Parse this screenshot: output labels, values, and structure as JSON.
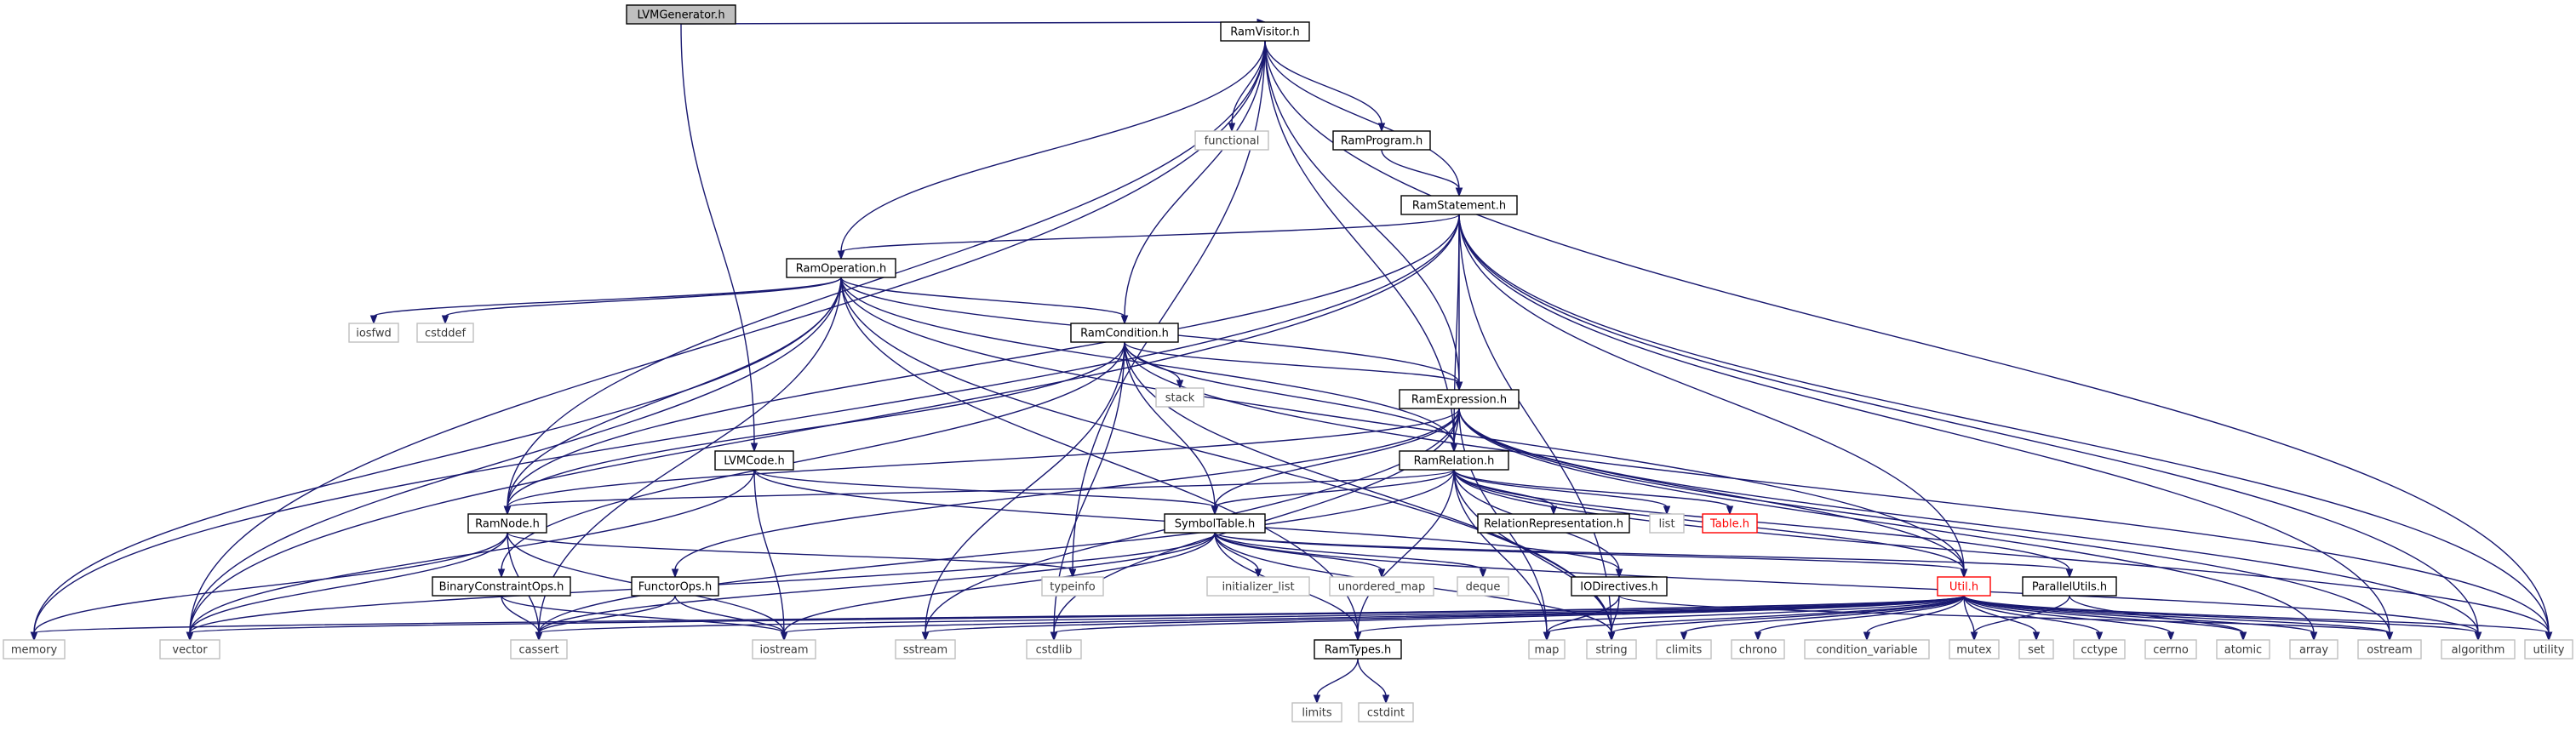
{
  "graph": {
    "nodes": [
      {
        "id": "LVMGenerator",
        "label": "LVMGenerator.h",
        "kind": "root"
      },
      {
        "id": "RamVisitor",
        "label": "RamVisitor.h",
        "kind": "local"
      },
      {
        "id": "functional",
        "label": "functional",
        "kind": "system"
      },
      {
        "id": "RamProgram",
        "label": "RamProgram.h",
        "kind": "local"
      },
      {
        "id": "RamStatement",
        "label": "RamStatement.h",
        "kind": "local"
      },
      {
        "id": "RamOperation",
        "label": "RamOperation.h",
        "kind": "local"
      },
      {
        "id": "iosfwd",
        "label": "iosfwd",
        "kind": "system"
      },
      {
        "id": "cstddef",
        "label": "cstddef",
        "kind": "system"
      },
      {
        "id": "RamCondition",
        "label": "RamCondition.h",
        "kind": "local"
      },
      {
        "id": "stack",
        "label": "stack",
        "kind": "system"
      },
      {
        "id": "RamExpression",
        "label": "RamExpression.h",
        "kind": "local"
      },
      {
        "id": "LVMCode",
        "label": "LVMCode.h",
        "kind": "local"
      },
      {
        "id": "RamRelation",
        "label": "RamRelation.h",
        "kind": "local"
      },
      {
        "id": "RamNode",
        "label": "RamNode.h",
        "kind": "local"
      },
      {
        "id": "SymbolTable",
        "label": "SymbolTable.h",
        "kind": "local"
      },
      {
        "id": "RelationRepresentation",
        "label": "RelationRepresentation.h",
        "kind": "local"
      },
      {
        "id": "list",
        "label": "list",
        "kind": "system"
      },
      {
        "id": "Table",
        "label": "Table.h",
        "kind": "linked"
      },
      {
        "id": "typeinfo",
        "label": "typeinfo",
        "kind": "system"
      },
      {
        "id": "BinaryConstraintOps",
        "label": "BinaryConstraintOps.h",
        "kind": "local"
      },
      {
        "id": "FunctorOps",
        "label": "FunctorOps.h",
        "kind": "local"
      },
      {
        "id": "initializer_list",
        "label": "initializer_list",
        "kind": "system"
      },
      {
        "id": "unordered_map",
        "label": "unordered_map",
        "kind": "system"
      },
      {
        "id": "deque",
        "label": "deque",
        "kind": "system"
      },
      {
        "id": "IODirectives",
        "label": "IODirectives.h",
        "kind": "local"
      },
      {
        "id": "Util",
        "label": "Util.h",
        "kind": "linked"
      },
      {
        "id": "ParallelUtils",
        "label": "ParallelUtils.h",
        "kind": "local"
      },
      {
        "id": "memory",
        "label": "memory",
        "kind": "system"
      },
      {
        "id": "vector",
        "label": "vector",
        "kind": "system"
      },
      {
        "id": "cassert",
        "label": "cassert",
        "kind": "system"
      },
      {
        "id": "iostream",
        "label": "iostream",
        "kind": "system"
      },
      {
        "id": "sstream",
        "label": "sstream",
        "kind": "system"
      },
      {
        "id": "cstdlib",
        "label": "cstdlib",
        "kind": "system"
      },
      {
        "id": "RamTypes",
        "label": "RamTypes.h",
        "kind": "local"
      },
      {
        "id": "map",
        "label": "map",
        "kind": "system"
      },
      {
        "id": "string",
        "label": "string",
        "kind": "system"
      },
      {
        "id": "climits",
        "label": "climits",
        "kind": "system"
      },
      {
        "id": "chrono",
        "label": "chrono",
        "kind": "system"
      },
      {
        "id": "condition_variable",
        "label": "condition_variable",
        "kind": "system"
      },
      {
        "id": "mutex",
        "label": "mutex",
        "kind": "system"
      },
      {
        "id": "set",
        "label": "set",
        "kind": "system"
      },
      {
        "id": "cctype",
        "label": "cctype",
        "kind": "system"
      },
      {
        "id": "cerrno",
        "label": "cerrno",
        "kind": "system"
      },
      {
        "id": "atomic",
        "label": "atomic",
        "kind": "system"
      },
      {
        "id": "array",
        "label": "array",
        "kind": "system"
      },
      {
        "id": "ostream",
        "label": "ostream",
        "kind": "system"
      },
      {
        "id": "algorithm",
        "label": "algorithm",
        "kind": "system"
      },
      {
        "id": "utility",
        "label": "utility",
        "kind": "system"
      },
      {
        "id": "limits",
        "label": "limits",
        "kind": "system"
      },
      {
        "id": "cstdint",
        "label": "cstdint",
        "kind": "system"
      }
    ],
    "edges": [
      [
        "LVMGenerator",
        "RamVisitor"
      ],
      [
        "LVMGenerator",
        "LVMCode"
      ],
      [
        "RamVisitor",
        "functional"
      ],
      [
        "RamVisitor",
        "RamProgram"
      ],
      [
        "RamVisitor",
        "RamStatement"
      ],
      [
        "RamVisitor",
        "RamOperation"
      ],
      [
        "RamVisitor",
        "RamCondition"
      ],
      [
        "RamVisitor",
        "RamExpression"
      ],
      [
        "RamVisitor",
        "RamRelation"
      ],
      [
        "RamVisitor",
        "RamNode"
      ],
      [
        "RamVisitor",
        "vector"
      ],
      [
        "RamVisitor",
        "typeinfo"
      ],
      [
        "RamVisitor",
        "utility"
      ],
      [
        "RamProgram",
        "RamStatement"
      ],
      [
        "RamStatement",
        "RamOperation"
      ],
      [
        "RamStatement",
        "RamExpression"
      ],
      [
        "RamStatement",
        "RamRelation"
      ],
      [
        "RamStatement",
        "RamNode"
      ],
      [
        "RamStatement",
        "Util"
      ],
      [
        "RamStatement",
        "memory"
      ],
      [
        "RamStatement",
        "vector"
      ],
      [
        "RamStatement",
        "string"
      ],
      [
        "RamStatement",
        "ostream"
      ],
      [
        "RamStatement",
        "algorithm"
      ],
      [
        "RamStatement",
        "utility"
      ],
      [
        "RamOperation",
        "iosfwd"
      ],
      [
        "RamOperation",
        "cstddef"
      ],
      [
        "RamOperation",
        "RamCondition"
      ],
      [
        "RamOperation",
        "RamExpression"
      ],
      [
        "RamOperation",
        "RamRelation"
      ],
      [
        "RamOperation",
        "RamNode"
      ],
      [
        "RamOperation",
        "RamTypes"
      ],
      [
        "RamOperation",
        "Util"
      ],
      [
        "RamOperation",
        "memory"
      ],
      [
        "RamOperation",
        "vector"
      ],
      [
        "RamOperation",
        "cassert"
      ],
      [
        "RamOperation",
        "string"
      ],
      [
        "RamCondition",
        "stack"
      ],
      [
        "RamCondition",
        "RamExpression"
      ],
      [
        "RamCondition",
        "RamRelation"
      ],
      [
        "RamCondition",
        "RamNode"
      ],
      [
        "RamCondition",
        "SymbolTable"
      ],
      [
        "RamCondition",
        "BinaryConstraintOps"
      ],
      [
        "RamCondition",
        "sstream"
      ],
      [
        "RamCondition",
        "cstdlib"
      ],
      [
        "RamCondition",
        "utility"
      ],
      [
        "RamCondition",
        "string"
      ],
      [
        "RamExpression",
        "RamRelation"
      ],
      [
        "RamExpression",
        "RamNode"
      ],
      [
        "RamExpression",
        "SymbolTable"
      ],
      [
        "RamExpression",
        "FunctorOps"
      ],
      [
        "RamExpression",
        "Util"
      ],
      [
        "RamExpression",
        "sstream"
      ],
      [
        "RamExpression",
        "cstdlib"
      ],
      [
        "RamExpression",
        "array"
      ],
      [
        "RamExpression",
        "algorithm"
      ],
      [
        "RamExpression",
        "map"
      ],
      [
        "RamExpression",
        "ostream"
      ],
      [
        "LVMCode",
        "SymbolTable"
      ],
      [
        "LVMCode",
        "IODirectives"
      ],
      [
        "LVMCode",
        "vector"
      ],
      [
        "LVMCode",
        "iostream"
      ],
      [
        "RamRelation",
        "RamNode"
      ],
      [
        "RamRelation",
        "SymbolTable"
      ],
      [
        "RamRelation",
        "RelationRepresentation"
      ],
      [
        "RamRelation",
        "list"
      ],
      [
        "RamRelation",
        "Table"
      ],
      [
        "RamRelation",
        "IODirectives"
      ],
      [
        "RamRelation",
        "Util"
      ],
      [
        "RamRelation",
        "ParallelUtils"
      ],
      [
        "RamRelation",
        "RamTypes"
      ],
      [
        "RamRelation",
        "cassert"
      ],
      [
        "RamRelation",
        "string"
      ],
      [
        "RamRelation",
        "map"
      ],
      [
        "RamRelation",
        "utility"
      ],
      [
        "RamNode",
        "typeinfo"
      ],
      [
        "RamNode",
        "memory"
      ],
      [
        "RamNode",
        "vector"
      ],
      [
        "RamNode",
        "cassert"
      ],
      [
        "RamNode",
        "iostream"
      ],
      [
        "SymbolTable",
        "initializer_list"
      ],
      [
        "SymbolTable",
        "unordered_map"
      ],
      [
        "SymbolTable",
        "deque"
      ],
      [
        "SymbolTable",
        "Util"
      ],
      [
        "SymbolTable",
        "ParallelUtils"
      ],
      [
        "SymbolTable",
        "RamTypes"
      ],
      [
        "SymbolTable",
        "vector"
      ],
      [
        "SymbolTable",
        "cassert"
      ],
      [
        "SymbolTable",
        "iostream"
      ],
      [
        "SymbolTable",
        "string"
      ],
      [
        "SymbolTable",
        "algorithm"
      ],
      [
        "BinaryConstraintOps",
        "cassert"
      ],
      [
        "BinaryConstraintOps",
        "iostream"
      ],
      [
        "FunctorOps",
        "cassert"
      ],
      [
        "FunctorOps",
        "iostream"
      ],
      [
        "IODirectives",
        "map"
      ],
      [
        "IODirectives",
        "string"
      ],
      [
        "IODirectives",
        "ostream"
      ],
      [
        "Util",
        "memory"
      ],
      [
        "Util",
        "vector"
      ],
      [
        "Util",
        "cassert"
      ],
      [
        "Util",
        "iostream"
      ],
      [
        "Util",
        "sstream"
      ],
      [
        "Util",
        "cstdlib"
      ],
      [
        "Util",
        "RamTypes"
      ],
      [
        "Util",
        "map"
      ],
      [
        "Util",
        "string"
      ],
      [
        "Util",
        "climits"
      ],
      [
        "Util",
        "chrono"
      ],
      [
        "Util",
        "condition_variable"
      ],
      [
        "Util",
        "mutex"
      ],
      [
        "Util",
        "set"
      ],
      [
        "Util",
        "cctype"
      ],
      [
        "Util",
        "cerrno"
      ],
      [
        "Util",
        "atomic"
      ],
      [
        "Util",
        "array"
      ],
      [
        "Util",
        "ostream"
      ],
      [
        "Util",
        "algorithm"
      ],
      [
        "Util",
        "utility"
      ],
      [
        "ParallelUtils",
        "atomic"
      ],
      [
        "ParallelUtils",
        "mutex"
      ],
      [
        "RamTypes",
        "limits"
      ],
      [
        "RamTypes",
        "cstdint"
      ]
    ]
  },
  "colors": {
    "edge": "#191970",
    "root_fill": "#bfbfbf",
    "local_border": "#000000",
    "linked_border": "#ff0000",
    "system_border": "#bfbfbf"
  }
}
